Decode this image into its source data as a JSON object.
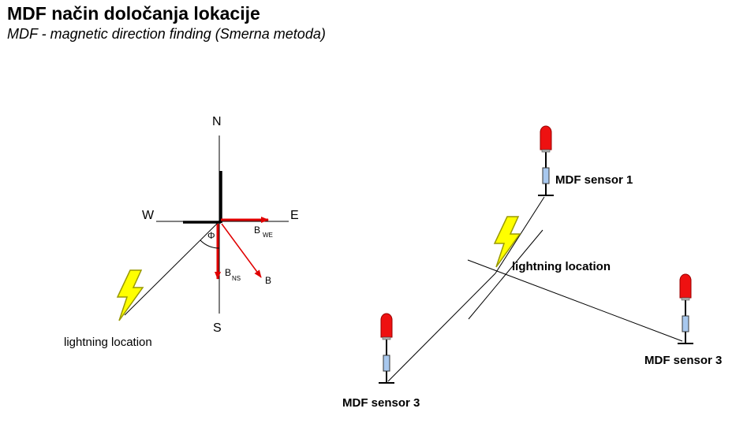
{
  "header": {
    "title": "MDF način določanja lokacije",
    "subtitle": "MDF - magnetic direction finding (Smerna metoda)"
  },
  "compass": {
    "north": "N",
    "south": "S",
    "west": "W",
    "east": "E",
    "angle": "Φ",
    "b_we_main": "B",
    "b_we_sub": "WE",
    "b_ns_main": "B",
    "b_ns_sub": "NS",
    "b": "B",
    "lightning_label": "lightning location"
  },
  "network": {
    "sensor_1": "MDF sensor 1",
    "sensor_left": "MDF sensor 3",
    "sensor_right": "MDF sensor 3",
    "lightning_label": "lightning location"
  },
  "colors": {
    "bolt_fill": "#ffff00",
    "bolt_stroke": "#999900",
    "vector": "#e00000",
    "sensor_head": "#ee1111",
    "sensor_body": "#a8c8ee"
  }
}
